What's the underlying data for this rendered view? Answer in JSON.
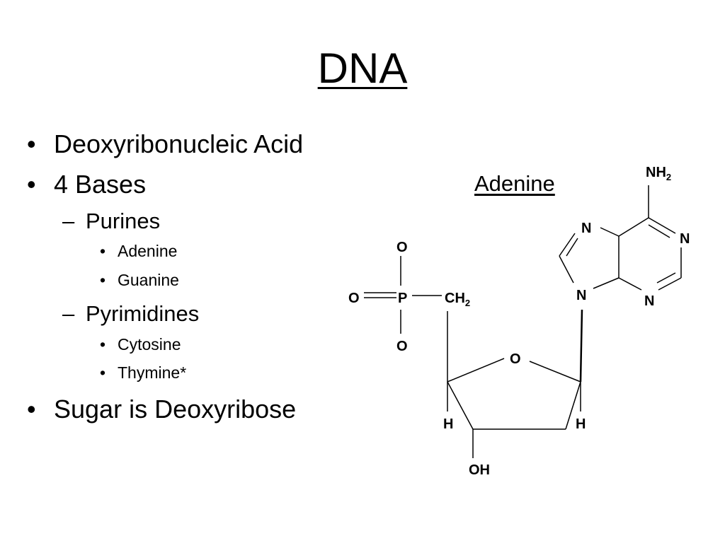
{
  "slide": {
    "title": "DNA",
    "bullets": [
      {
        "mark": "•",
        "text": "Deoxyribonucleic Acid"
      },
      {
        "mark": "•",
        "text": "4 Bases"
      },
      {
        "mark": "–",
        "text": "Purines"
      },
      {
        "mark": "•",
        "text": "Adenine"
      },
      {
        "mark": "•",
        "text": "Guanine"
      },
      {
        "mark": "–",
        "text": "Pyrimidines"
      },
      {
        "mark": "•",
        "text": "Cytosine"
      },
      {
        "mark": "•",
        "text": "Thymine*"
      },
      {
        "mark": "•",
        "text": "Sugar is Deoxyribose"
      }
    ]
  },
  "diagram": {
    "label": "Adenine",
    "atoms": {
      "nh2": "NH",
      "nh2_sub": "2",
      "n_top": "N",
      "n_right": "N",
      "n_left": "N",
      "n_bottom": "N",
      "phos_o_top": "O",
      "phos_o_left": "O",
      "phos_p": "P",
      "ch2": "CH",
      "ch2_sub": "2",
      "phos_o_bottom": "O",
      "ring_o": "O",
      "h_left": "H",
      "h_right": "H",
      "oh": "OH"
    }
  }
}
